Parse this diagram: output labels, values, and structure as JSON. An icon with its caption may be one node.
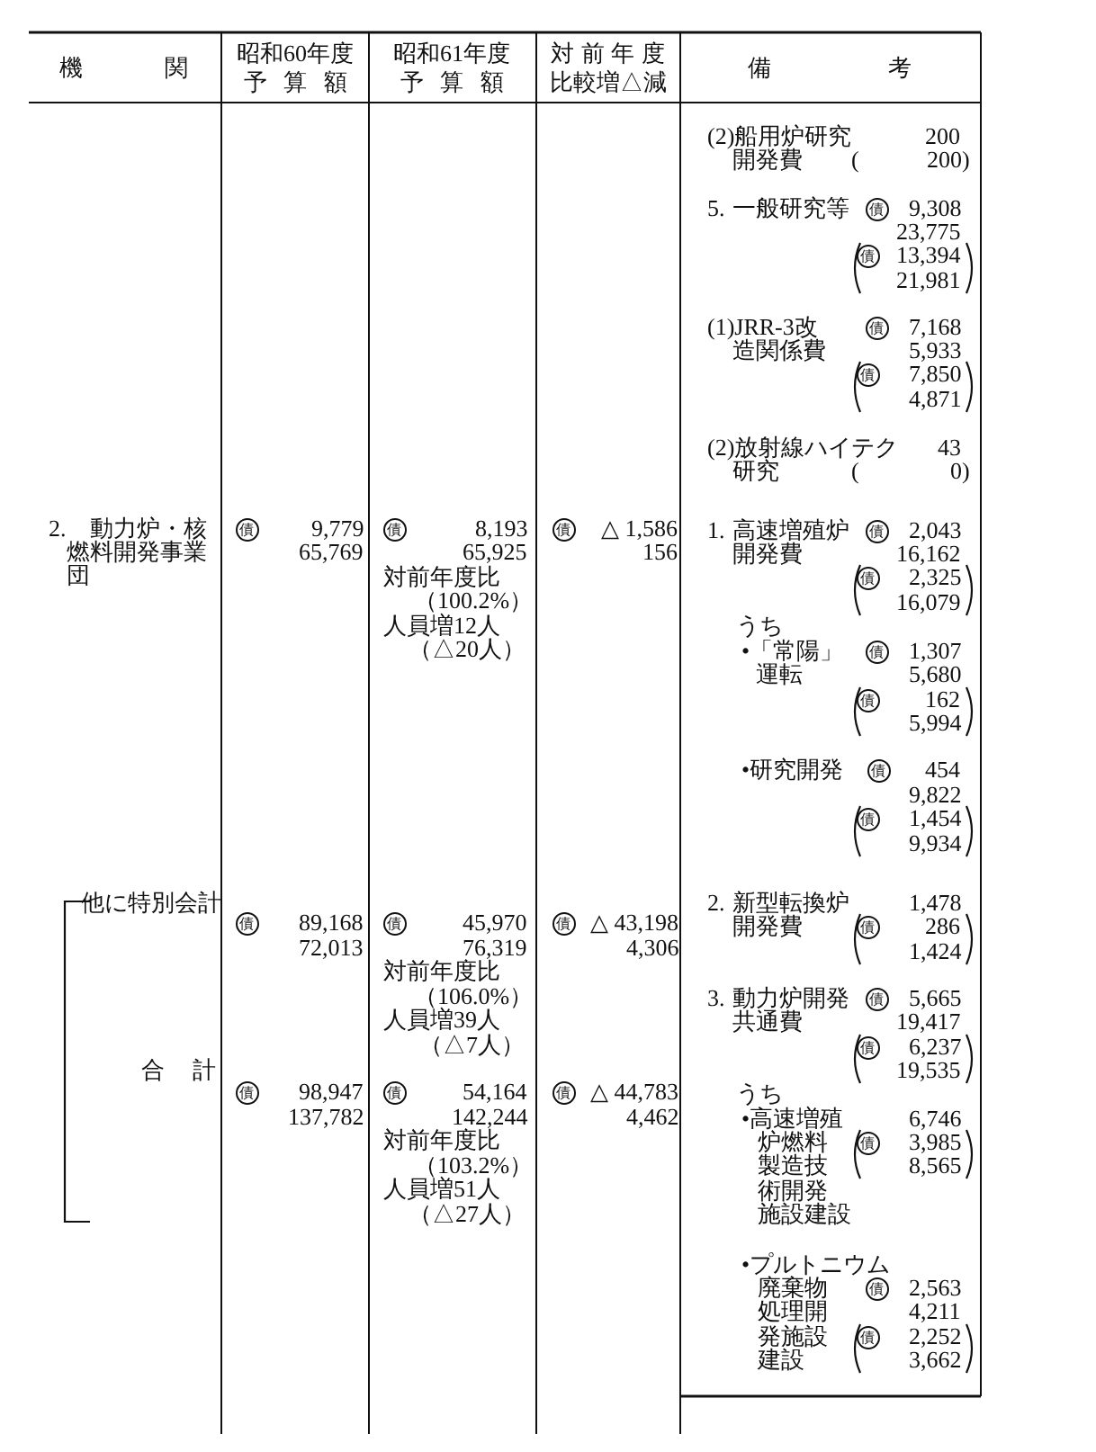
{
  "diagram": {
    "labels": [
      "機関",
      "昭和60年度",
      "予算額",
      "昭和61年度",
      "予算額",
      "対前年度",
      "比較増△減",
      "備考",
      "2.",
      "動力炉・核",
      "燃料開発事業",
      "団",
      "債",
      "9,779",
      "65,769",
      "債",
      "8,193",
      "65,925",
      "対前年度比",
      "（100.2%）",
      "人員増12人",
      "（△20人）",
      "債",
      "△ 1,586",
      "156",
      "他に特別会計",
      "債",
      "89,168",
      "72,013",
      "債",
      "45,970",
      "76,319",
      "対前年度比",
      "（106.0%）",
      "人員増39人",
      "（△7人）",
      "債",
      "△ 43,198",
      "4,306",
      "合計",
      "債",
      "98,947",
      "137,782",
      "債",
      "54,164",
      "142,244",
      "対前年度比",
      "（103.2%）",
      "人員増51人",
      "（△27人）",
      "債",
      "△ 44,783",
      "4,462",
      "(2)船用炉研究",
      "200",
      "開発費",
      "(",
      "200)",
      "5.",
      "一般研究等",
      "債",
      "9,308",
      "23,775",
      "債",
      "13,394",
      "21,981",
      "(1)JRR-3改",
      "債",
      "7,168",
      "造関係費",
      "5,933",
      "債",
      "7,850",
      "4,871",
      "(2)放射線ハイテク",
      "43",
      "研究",
      "(",
      "0)",
      "1.",
      "高速増殖炉",
      "債",
      "2,043",
      "開発費",
      "16,162",
      "債",
      "2,325",
      "16,079",
      "うち",
      "•「常陽」",
      "債",
      "1,307",
      "運転",
      "5,680",
      "債",
      "162",
      "5,994",
      "•研究開発",
      "債",
      "454",
      "9,822",
      "債",
      "1,454",
      "9,934",
      "2.",
      "新型転換炉",
      "1,478",
      "開発費",
      "債",
      "286",
      "1,424",
      "3.",
      "動力炉開発",
      "債",
      "5,665",
      "共通費",
      "19,417",
      "債",
      "6,237",
      "19,535",
      "うち",
      "•高速増殖",
      "6,746",
      "炉燃料",
      "債",
      "3,985",
      "製造技",
      "8,565",
      "術開発",
      "施設建設",
      "•プルトニウム",
      "廃棄物",
      "債",
      "2,563",
      "処理開",
      "4,211",
      "発施設",
      "債",
      "2,252",
      "建設",
      "3,662"
    ]
  }
}
